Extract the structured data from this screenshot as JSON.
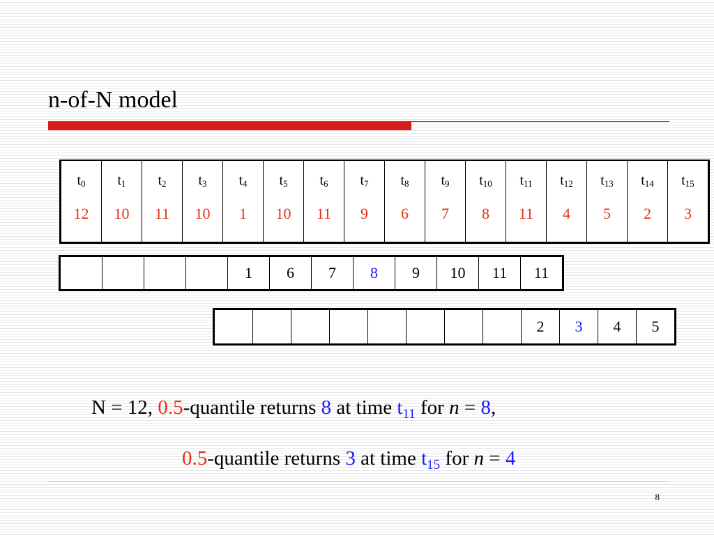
{
  "slide": {
    "title": "n-of-N model",
    "page_number": "8"
  },
  "table": {
    "columns": [
      {
        "label": "t",
        "sub": "0",
        "value": "12"
      },
      {
        "label": "t",
        "sub": "1",
        "value": "10"
      },
      {
        "label": "t",
        "sub": "2",
        "value": "11"
      },
      {
        "label": "t",
        "sub": "3",
        "value": "10"
      },
      {
        "label": "t",
        "sub": "4",
        "value": "1"
      },
      {
        "label": "t",
        "sub": "5",
        "value": "10"
      },
      {
        "label": "t",
        "sub": "6",
        "value": "11"
      },
      {
        "label": "t",
        "sub": "7",
        "value": "9"
      },
      {
        "label": "t",
        "sub": "8",
        "value": "6"
      },
      {
        "label": "t",
        "sub": "9",
        "value": "7"
      },
      {
        "label": "t",
        "sub": "10",
        "value": "8"
      },
      {
        "label": "t",
        "sub": "11",
        "value": "11"
      },
      {
        "label": "t",
        "sub": "12",
        "value": "4"
      },
      {
        "label": "t",
        "sub": "13",
        "value": "5"
      },
      {
        "label": "t",
        "sub": "14",
        "value": "2"
      },
      {
        "label": "t",
        "sub": "15",
        "value": "3"
      }
    ]
  },
  "row1": {
    "cells": [
      "",
      "",
      "",
      "",
      "1",
      "6",
      "7",
      "8",
      "9",
      "10",
      "11",
      "11"
    ]
  },
  "row2": {
    "cells": [
      "",
      "",
      "",
      "",
      "",
      "",
      "",
      "",
      "2",
      "3",
      "4",
      "5"
    ]
  },
  "colors": {
    "value_red": "#e62e12",
    "highlight_blue": "#1a1aff",
    "title_bar": "#d81b1b"
  },
  "text": {
    "line1": {
      "n_eq": "N = 12, ",
      "q": "0.5",
      "mid": "-quantile returns ",
      "result": "8",
      "at_time": " at time ",
      "t": "t",
      "t_sub": "11",
      "for": " for ",
      "n": "n",
      "eq": " = ",
      "n_val": "8",
      "comma": ","
    },
    "line2": {
      "q": "0.5",
      "mid": "-quantile returns ",
      "result": "3",
      "at_time": " at time ",
      "t": "t",
      "t_sub": "15",
      "for": " for ",
      "n": "n",
      "eq": " = ",
      "n_val": "4"
    }
  }
}
